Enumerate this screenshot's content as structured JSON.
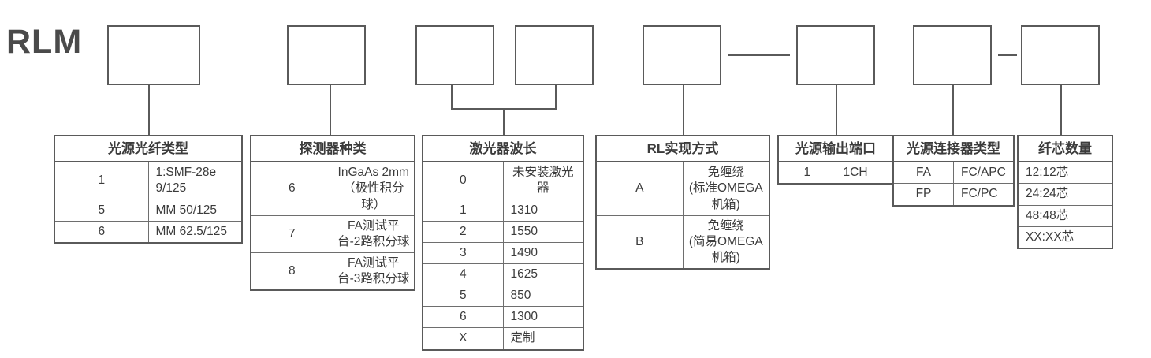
{
  "prefix": "RLM",
  "code_boxes": [
    {
      "name": "code-box-fiber-type"
    },
    {
      "name": "code-box-detector"
    },
    {
      "name": "code-box-wavelength-a"
    },
    {
      "name": "code-box-wavelength-b"
    },
    {
      "name": "code-box-rl-method"
    },
    {
      "name": "code-box-output-port"
    },
    {
      "name": "code-box-connector-type"
    },
    {
      "name": "code-box-core-count"
    }
  ],
  "separators": [
    "—",
    "—"
  ],
  "tables": [
    {
      "id": "fiber-type",
      "title": "光源光纤类型",
      "rows": [
        {
          "code": "1",
          "desc": "1:SMF-28e 9/125"
        },
        {
          "code": "5",
          "desc": "MM 50/125"
        },
        {
          "code": "6",
          "desc": "MM 62.5/125"
        }
      ]
    },
    {
      "id": "detector-type",
      "title": "探测器种类",
      "rows": [
        {
          "code": "6",
          "desc": "InGaAs 2mm",
          "desc2": "（极性积分球）"
        },
        {
          "code": "7",
          "desc": "FA测试平台-2路积分球"
        },
        {
          "code": "8",
          "desc": "FA测试平台-3路积分球"
        }
      ]
    },
    {
      "id": "laser-wavelength",
      "title": "激光器波长",
      "rows": [
        {
          "code": "0",
          "desc": "未安装激光器"
        },
        {
          "code": "1",
          "desc": "1310"
        },
        {
          "code": "2",
          "desc": "1550"
        },
        {
          "code": "3",
          "desc": "1490"
        },
        {
          "code": "4",
          "desc": "1625"
        },
        {
          "code": "5",
          "desc": "850"
        },
        {
          "code": "6",
          "desc": "1300"
        },
        {
          "code": "X",
          "desc": "定制"
        }
      ]
    },
    {
      "id": "rl-method",
      "title": "RL实现方式",
      "rows": [
        {
          "code": "A",
          "desc": "免缠绕",
          "desc2": "(标准OMEGA机箱)"
        },
        {
          "code": "B",
          "desc": "免缠绕",
          "desc2": "(简易OMEGA机箱)"
        }
      ]
    },
    {
      "id": "output-port",
      "title": "光源输出端口",
      "rows": [
        {
          "code": "1",
          "desc": "1CH"
        }
      ]
    },
    {
      "id": "connector-type",
      "title": "光源连接器类型",
      "rows": [
        {
          "code": "FA",
          "desc": "FC/APC"
        },
        {
          "code": "FP",
          "desc": "FC/PC"
        }
      ]
    },
    {
      "id": "core-count",
      "title": "纤芯数量",
      "rows": [
        {
          "desc": "12:12芯"
        },
        {
          "desc": "24:24芯"
        },
        {
          "desc": "48:48芯"
        },
        {
          "desc": "XX:XX芯"
        }
      ]
    }
  ],
  "colors": {
    "stroke": "#5a5a5a",
    "text": "#3b3b3b",
    "background": "#ffffff"
  }
}
